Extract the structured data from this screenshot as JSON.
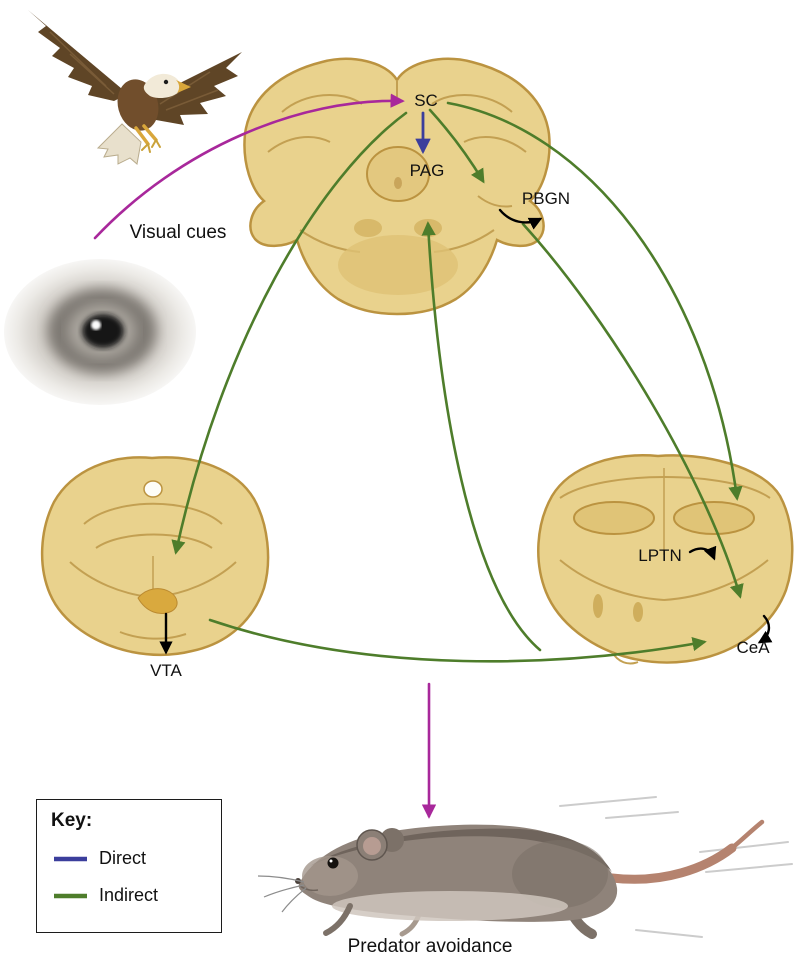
{
  "labels": {
    "visual_cues": "Visual cues",
    "sc": "SC",
    "pag": "PAG",
    "pbgn": "PBGN",
    "lptn": "LPTN",
    "cea": "CeA",
    "vta": "VTA",
    "predator_avoidance": "Predator avoidance"
  },
  "key": {
    "title": "Key:",
    "items": [
      {
        "label": "Direct",
        "color": "#3b3e9c"
      },
      {
        "label": "Indirect",
        "color": "#4e7d2b"
      }
    ]
  },
  "colors": {
    "direct": "#3b3e9c",
    "indirect": "#4e7d2b",
    "visual_cue": "#a8289b",
    "annotation": "#000000",
    "brain_fill": "#e9d28d",
    "brain_outline": "#bb9340"
  }
}
